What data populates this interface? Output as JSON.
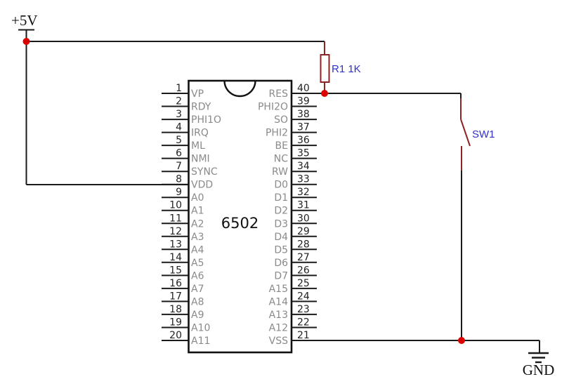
{
  "schematic": {
    "power": {
      "label": "+5V"
    },
    "ground": {
      "label": "GND"
    },
    "resistor": {
      "designator": "R1 1K"
    },
    "switch": {
      "designator": "SW1"
    },
    "chip": {
      "name": "6502",
      "left_pins": [
        {
          "number": "1",
          "label": "VP"
        },
        {
          "number": "2",
          "label": "RDY"
        },
        {
          "number": "3",
          "label": "PHI1O"
        },
        {
          "number": "4",
          "label": "IRQ"
        },
        {
          "number": "5",
          "label": "ML"
        },
        {
          "number": "6",
          "label": "NMI"
        },
        {
          "number": "7",
          "label": "SYNC"
        },
        {
          "number": "8",
          "label": "VDD",
          "highlight": true
        },
        {
          "number": "9",
          "label": "A0"
        },
        {
          "number": "10",
          "label": "A1"
        },
        {
          "number": "11",
          "label": "A2"
        },
        {
          "number": "12",
          "label": "A3"
        },
        {
          "number": "13",
          "label": "A4"
        },
        {
          "number": "14",
          "label": "A5"
        },
        {
          "number": "15",
          "label": "A6"
        },
        {
          "number": "16",
          "label": "A7"
        },
        {
          "number": "17",
          "label": "A8"
        },
        {
          "number": "18",
          "label": "A9"
        },
        {
          "number": "19",
          "label": "A10"
        },
        {
          "number": "20",
          "label": "A11"
        }
      ],
      "right_pins": [
        {
          "number": "40",
          "label": "RES"
        },
        {
          "number": "39",
          "label": "PHI2O"
        },
        {
          "number": "38",
          "label": "SO"
        },
        {
          "number": "37",
          "label": "PHI2"
        },
        {
          "number": "36",
          "label": "BE"
        },
        {
          "number": "35",
          "label": "NC"
        },
        {
          "number": "34",
          "label": "RW"
        },
        {
          "number": "33",
          "label": "D0"
        },
        {
          "number": "32",
          "label": "D1"
        },
        {
          "number": "31",
          "label": "D2"
        },
        {
          "number": "30",
          "label": "D3"
        },
        {
          "number": "29",
          "label": "D4"
        },
        {
          "number": "28",
          "label": "D5"
        },
        {
          "number": "27",
          "label": "D6"
        },
        {
          "number": "26",
          "label": "D7"
        },
        {
          "number": "25",
          "label": "A15"
        },
        {
          "number": "24",
          "label": "A14"
        },
        {
          "number": "23",
          "label": "A13"
        },
        {
          "number": "22",
          "label": "A12"
        },
        {
          "number": "21",
          "label": "VSS"
        }
      ]
    },
    "colors": {
      "wire": "#1a1a1a",
      "component_body": "#8b2424",
      "junction_dot": "#dd0000",
      "ref_label": "#3030cc",
      "pin_label": "#8a8a8a",
      "vdd_label": "#f00000",
      "chip_text": "#111111"
    }
  }
}
